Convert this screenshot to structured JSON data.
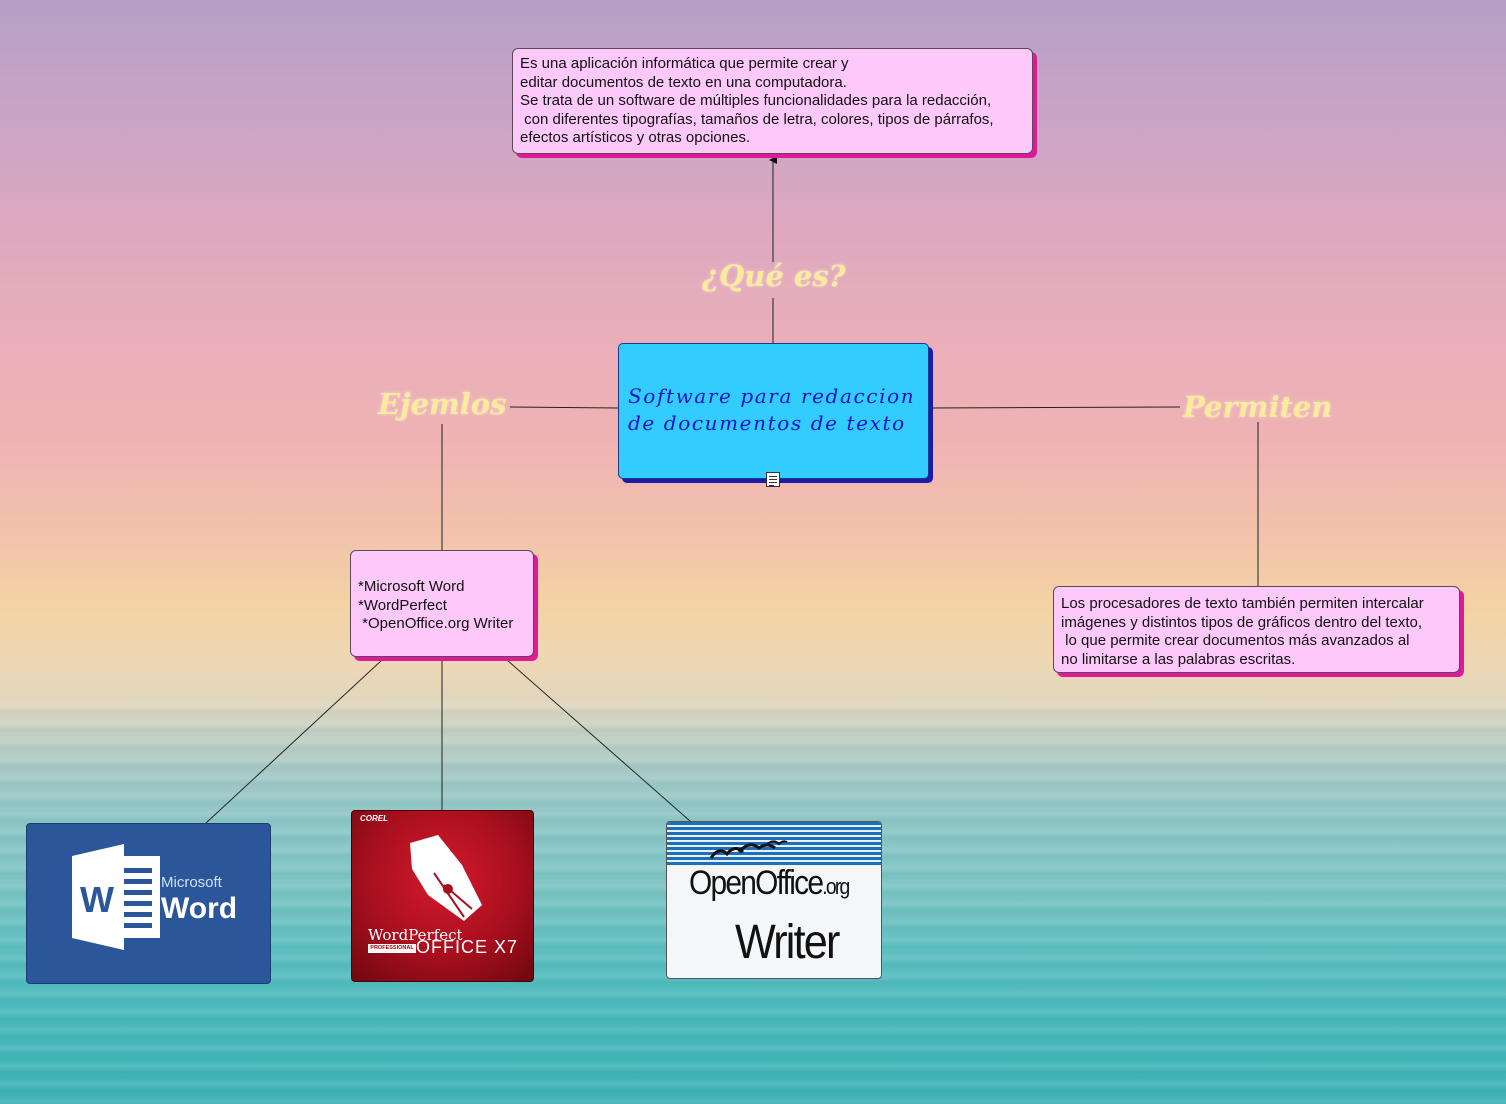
{
  "central_node": {
    "line1": "Software para redaccion",
    "line2": "de documentos de texto"
  },
  "labels": {
    "que_es": "¿Qué es?",
    "ejemplos": "Ejemlos",
    "permiten": "Permiten"
  },
  "definition_box": {
    "text": "Es una aplicación informática que permite crear y\neditar documentos de texto en una computadora.\nSe trata de un software de múltiples funcionalidades para la redacción,\n con diferentes tipografías, tamaños de letra, colores, tipos de párrafos,\nefectos artísticos y otras opciones."
  },
  "examples_box": {
    "text": "*Microsoft Word\n*WordPerfect\n *OpenOffice.org Writer"
  },
  "permiten_box": {
    "text": "Los procesadores de texto también permiten intercalar\nimágenes y distintos tipos de gráficos dentro del texto,\n lo que permite crear documentos más avanzados al\nno limitarse a las palabras escritas."
  },
  "logos": {
    "word": {
      "small": "Microsoft",
      "big": "Word",
      "letter": "W"
    },
    "wordperfect": {
      "corel": "COREL",
      "brand": "WordPerfect",
      "pro": "PROFESSIONAL",
      "office": "OFFICE X7"
    },
    "openoffice": {
      "brand": "OpenOffice",
      "org": ".org",
      "product": "Writer"
    }
  },
  "colors": {
    "node_fill": "#fdc9fb",
    "node_shadow": "#e0199a",
    "central_fill": "#33ccff",
    "central_text": "#1313c8",
    "label_text": "#fbeb9a"
  }
}
